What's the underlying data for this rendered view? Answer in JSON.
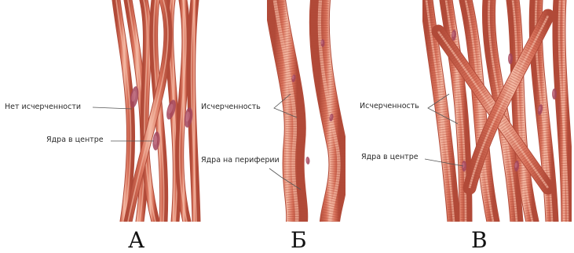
{
  "panels": [
    {
      "letter": "А",
      "kind": "smooth",
      "labels": [
        "Нет исчерченности",
        "Ядра в центре"
      ]
    },
    {
      "letter": "Б",
      "kind": "skeletal",
      "labels": [
        "Исчерченность",
        "Ядра на периферии"
      ]
    },
    {
      "letter": "В",
      "kind": "cardiac",
      "labels": [
        "Исчерченность",
        "Ядра в центре"
      ]
    }
  ],
  "colors": {
    "fiber": "#d9735c",
    "fiber_dark": "#b14a38",
    "fiber_light": "#f4b9a4",
    "nucleus": "#a2455c",
    "background": "#ffffff"
  }
}
